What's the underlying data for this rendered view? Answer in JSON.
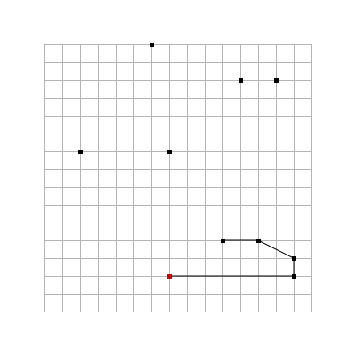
{
  "grid": {
    "columns": 15,
    "rows": 15,
    "line_color": "#b4b4b4"
  },
  "colors": {
    "dot": "#000000",
    "start_dot": "#cc0000",
    "path": "#000000"
  },
  "points": [
    {
      "col": 6,
      "row": 0
    },
    {
      "col": 11,
      "row": 2
    },
    {
      "col": 13,
      "row": 2
    },
    {
      "col": 2,
      "row": 6
    },
    {
      "col": 7,
      "row": 6
    }
  ],
  "path": {
    "start": {
      "col": 7,
      "row": 13
    },
    "vertices": [
      {
        "col": 7,
        "row": 13
      },
      {
        "col": 14,
        "row": 13
      },
      {
        "col": 14,
        "row": 12
      },
      {
        "col": 12,
        "row": 11
      },
      {
        "col": 10,
        "row": 11
      }
    ]
  }
}
